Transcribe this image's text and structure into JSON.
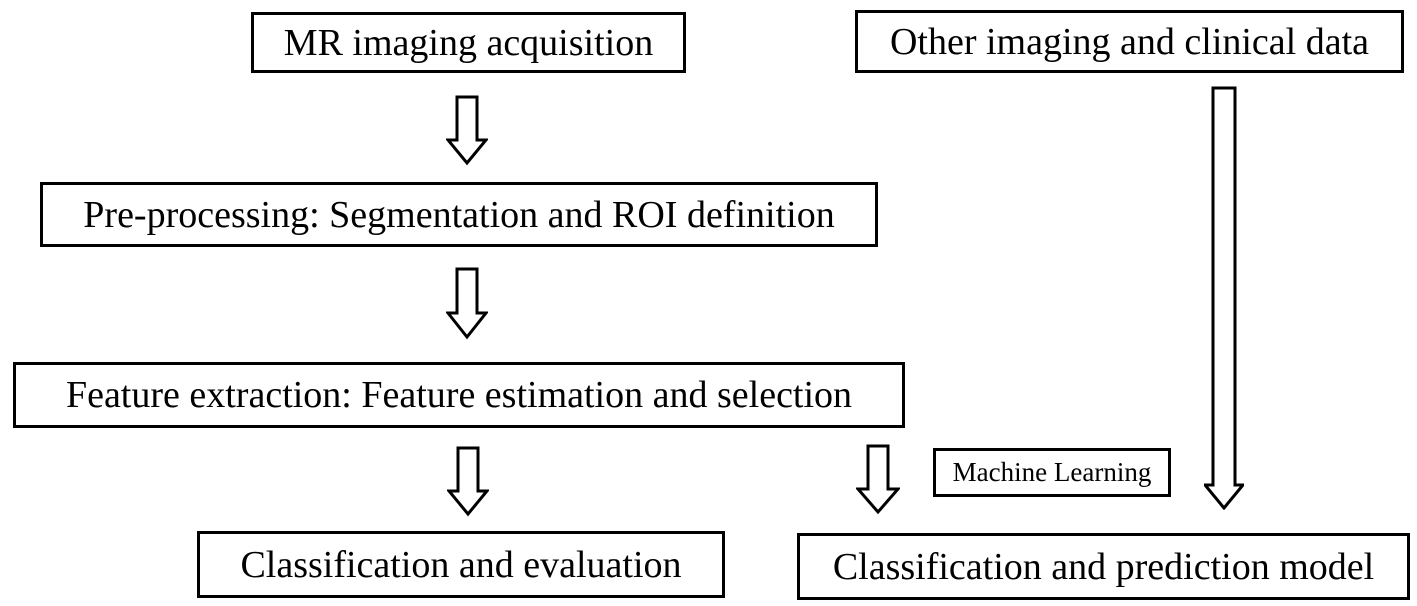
{
  "diagram": {
    "title": "Radiomics / machine learning workflow flowchart",
    "colors": {
      "background": "#ffffff",
      "box_fill": "#ffffff",
      "box_border": "#000000",
      "text": "#000000",
      "arrow_outline": "#000000",
      "arrow_fill": "#ffffff"
    },
    "nodes": {
      "mr": {
        "label": "MR imaging acquisition"
      },
      "other": {
        "label": "Other imaging and clinical data"
      },
      "pre": {
        "label": "Pre-processing: Segmentation and ROI definition"
      },
      "feat": {
        "label": "Feature extraction: Feature estimation and selection"
      },
      "class_eval": {
        "label": "Classification and evaluation"
      },
      "class_pred": {
        "label": "Classification and prediction model"
      },
      "ml": {
        "label": "Machine Learning"
      }
    },
    "edges": [
      {
        "from": "mr",
        "to": "pre",
        "style": "hollow-block-arrow",
        "direction": "down"
      },
      {
        "from": "pre",
        "to": "feat",
        "style": "hollow-block-arrow",
        "direction": "down"
      },
      {
        "from": "feat",
        "to": "class_eval",
        "style": "hollow-block-arrow",
        "direction": "down"
      },
      {
        "from": "feat",
        "to": "class_pred",
        "style": "hollow-block-arrow",
        "direction": "down",
        "label": "Machine Learning"
      },
      {
        "from": "other",
        "to": "class_pred",
        "style": "hollow-block-arrow",
        "direction": "down"
      }
    ]
  }
}
